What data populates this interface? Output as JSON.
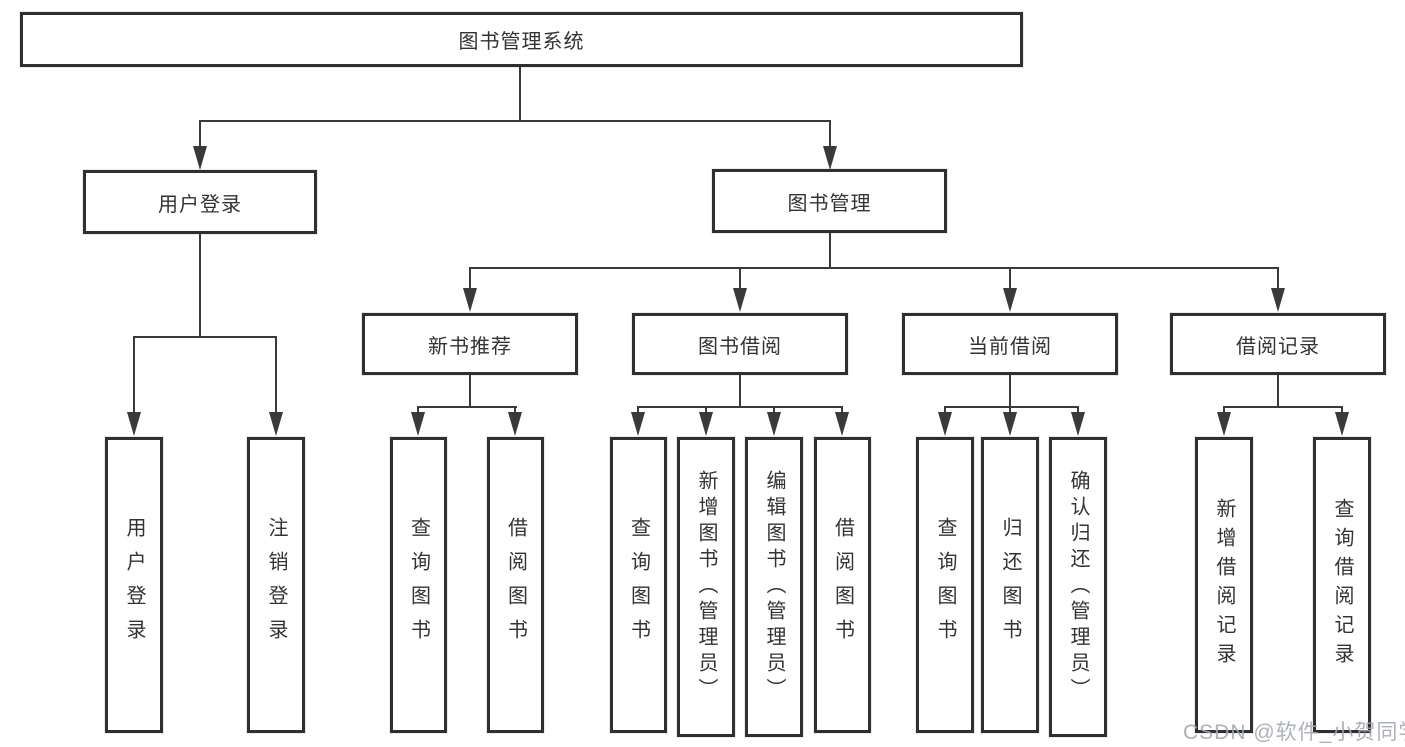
{
  "diagram": {
    "title_node": {
      "label": "图书管理系统"
    },
    "branches": {
      "user_login": {
        "label": "用户登录"
      },
      "book_management": {
        "label": "图书管理"
      }
    },
    "modules": {
      "new_book_recommend": {
        "label": "新书推荐"
      },
      "book_borrowing": {
        "label": "图书借阅"
      },
      "current_borrowing": {
        "label": "当前借阅"
      },
      "borrowing_records": {
        "label": "借阅记录"
      }
    },
    "leaves": {
      "user_login": {
        "label": "用户登录"
      },
      "logout": {
        "label": "注销登录"
      },
      "rec_query_book": {
        "label": "查询图书"
      },
      "rec_borrow_book": {
        "label": "借阅图书"
      },
      "bb_query_book": {
        "label": "查询图书"
      },
      "bb_add_book_admin": {
        "label": "新增图书（管理员）"
      },
      "bb_edit_book_admin": {
        "label": "编辑图书（管理员）"
      },
      "bb_borrow_book": {
        "label": "借阅图书"
      },
      "cb_query_book": {
        "label": "查询图书"
      },
      "cb_return_book": {
        "label": "归还图书"
      },
      "cb_confirm_return_admin": {
        "label": "确认归还（管理员）"
      },
      "br_add_record": {
        "label": "新增借阅记录"
      },
      "br_query_record": {
        "label": "查询借阅记录"
      }
    }
  },
  "watermark": {
    "text": "CSDN @软件_小贺同学"
  },
  "colors": {
    "line": "#3a3a3a",
    "box_border": "#2f2f2f",
    "text": "#333333",
    "background": "#ffffff",
    "watermark": "#a4a9b1"
  }
}
